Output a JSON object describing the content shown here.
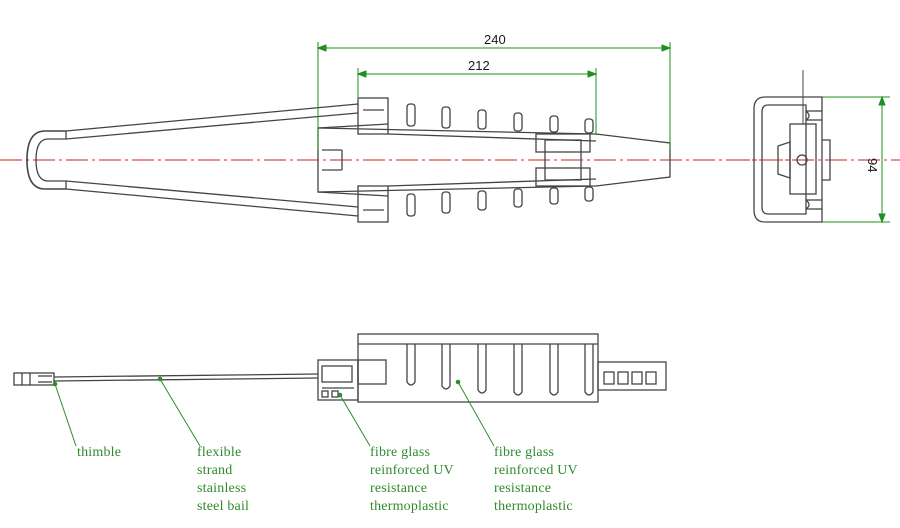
{
  "dimensions": {
    "overall_length": "240",
    "body_length": "212",
    "height": "94"
  },
  "labels": {
    "thimble": "thimble",
    "bail": "flexible\nstrand\nstainless\nsteel bail",
    "wedge": "fibre glass\nreinforced UV\nresistance\nthermoplastic",
    "body": "fibre glass\nreinforced UV\nresistance\nthermoplastic"
  },
  "colors": {
    "outline": "#444444",
    "dimension": "#1f8f1f",
    "centerline": "#cc2222",
    "leader": "#2e8b2e"
  }
}
